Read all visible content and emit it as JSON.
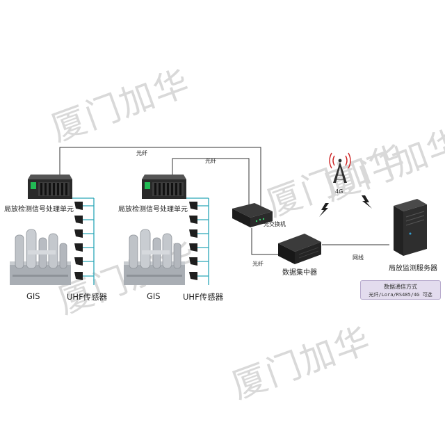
{
  "labels": {
    "fiber_top": "光纤",
    "fiber_mid": "光纤",
    "fiber_low": "光纤",
    "unit_1": "局放检测信号处理单元",
    "unit_2": "局放检测信号处理单元",
    "switch": "光交换机",
    "collector": "数据集中器",
    "server": "局放监测服务器",
    "network": "网线",
    "tower": "4G",
    "gis_1": "GIS",
    "gis_2": "GIS",
    "uhf_1": "UHF传感器",
    "uhf_2": "UHF传感器"
  },
  "note": {
    "title": "数据通信方式",
    "options": "光纤/Lora/RS485/4G 可选"
  },
  "watermark": "厦门加华",
  "colors": {
    "line": "#333333",
    "sensor_bus": "#2aa6b8",
    "note_bg": "#e3dcee",
    "signal": "#cc2222",
    "watermark": "#d9d9d9"
  }
}
